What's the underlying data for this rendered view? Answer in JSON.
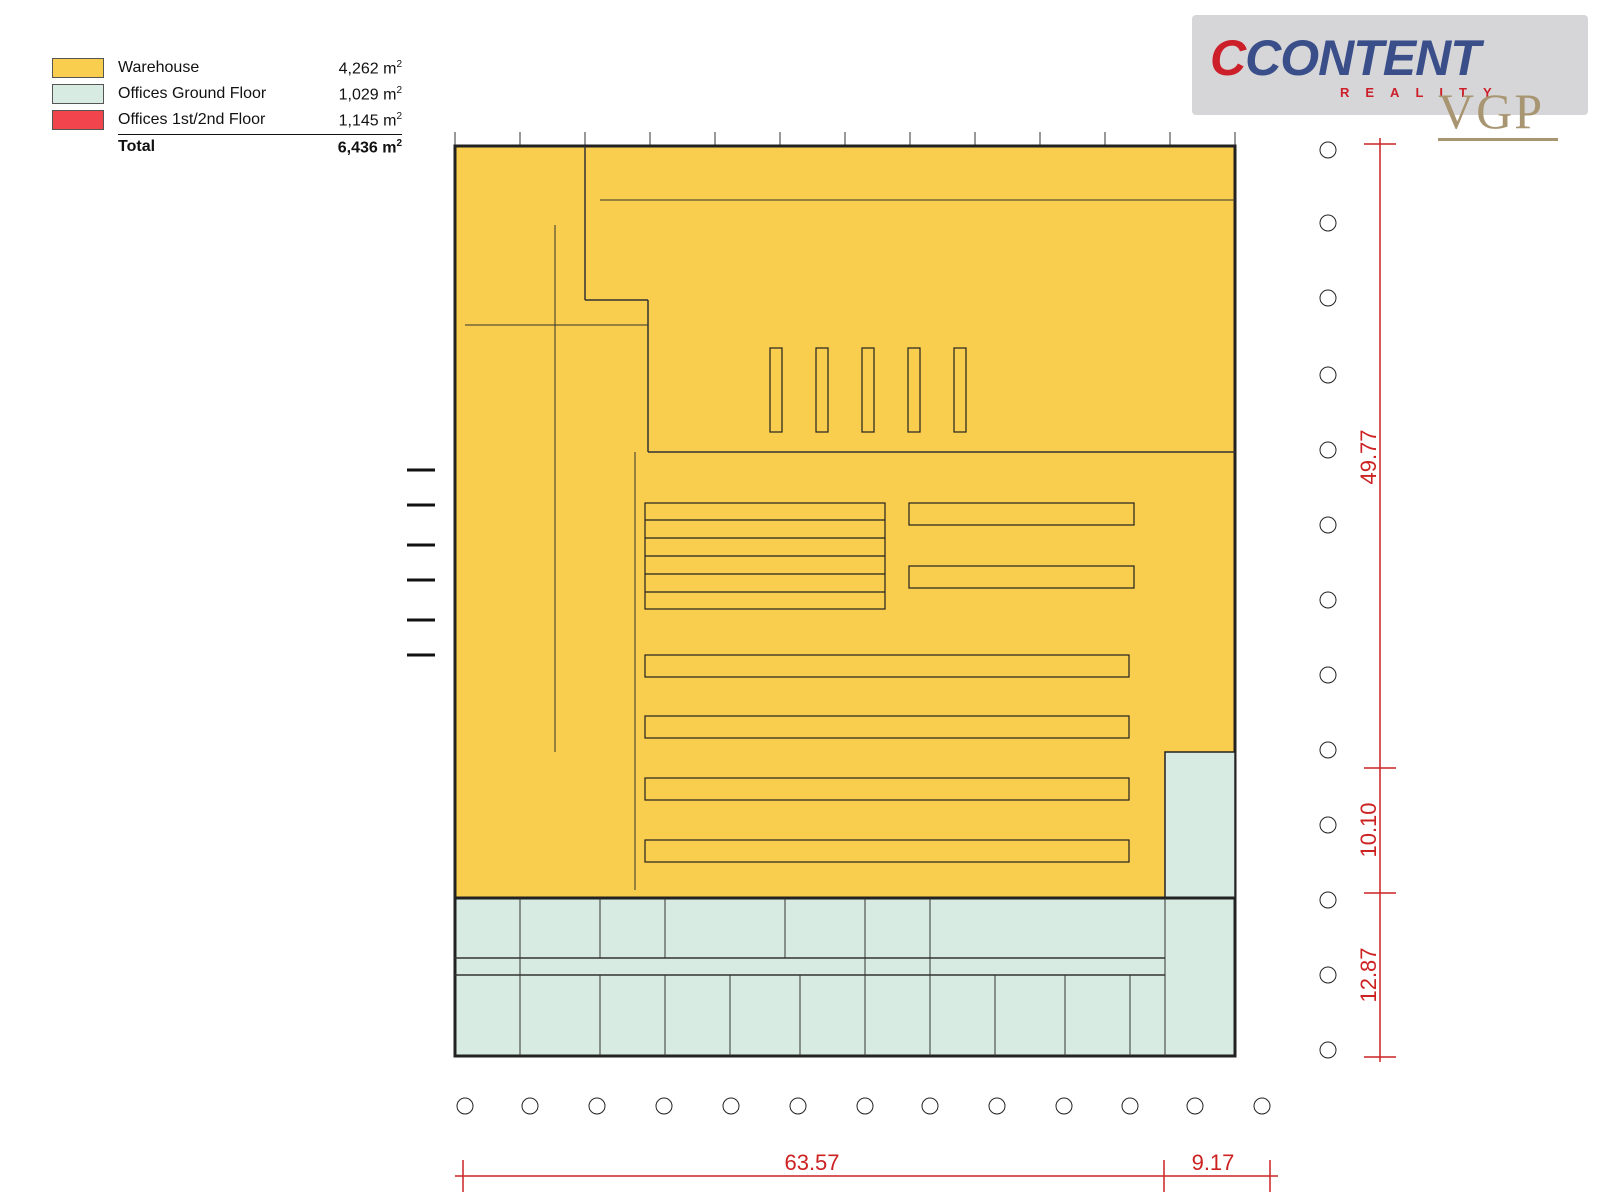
{
  "legend": {
    "items": [
      {
        "label": "Warehouse",
        "area": "4,262 m",
        "unit_exp": "2",
        "color": "#f9cd4d"
      },
      {
        "label": "Offices Ground Floor",
        "area": "1,029 m",
        "unit_exp": "2",
        "color": "#d7ebe3"
      },
      {
        "label": "Offices 1st/2nd Floor",
        "area": "1,145 m",
        "unit_exp": "2",
        "color": "#f2444c"
      }
    ],
    "total": {
      "label": "Total",
      "area": "6,436 m",
      "unit_exp": "2"
    }
  },
  "logo": {
    "word": "CONTENT",
    "sub": "REALITY",
    "partner": "VGP"
  },
  "dimensions": {
    "width_main": "63.57",
    "width_side": "9.17",
    "height_warehouse": "49.77",
    "height_middle": "10.10",
    "height_offices": "12.87"
  },
  "colors": {
    "warehouse": "#f9cd4d",
    "offices": "#d7ebe3",
    "dimension": "#cc2222",
    "line": "#222222"
  }
}
